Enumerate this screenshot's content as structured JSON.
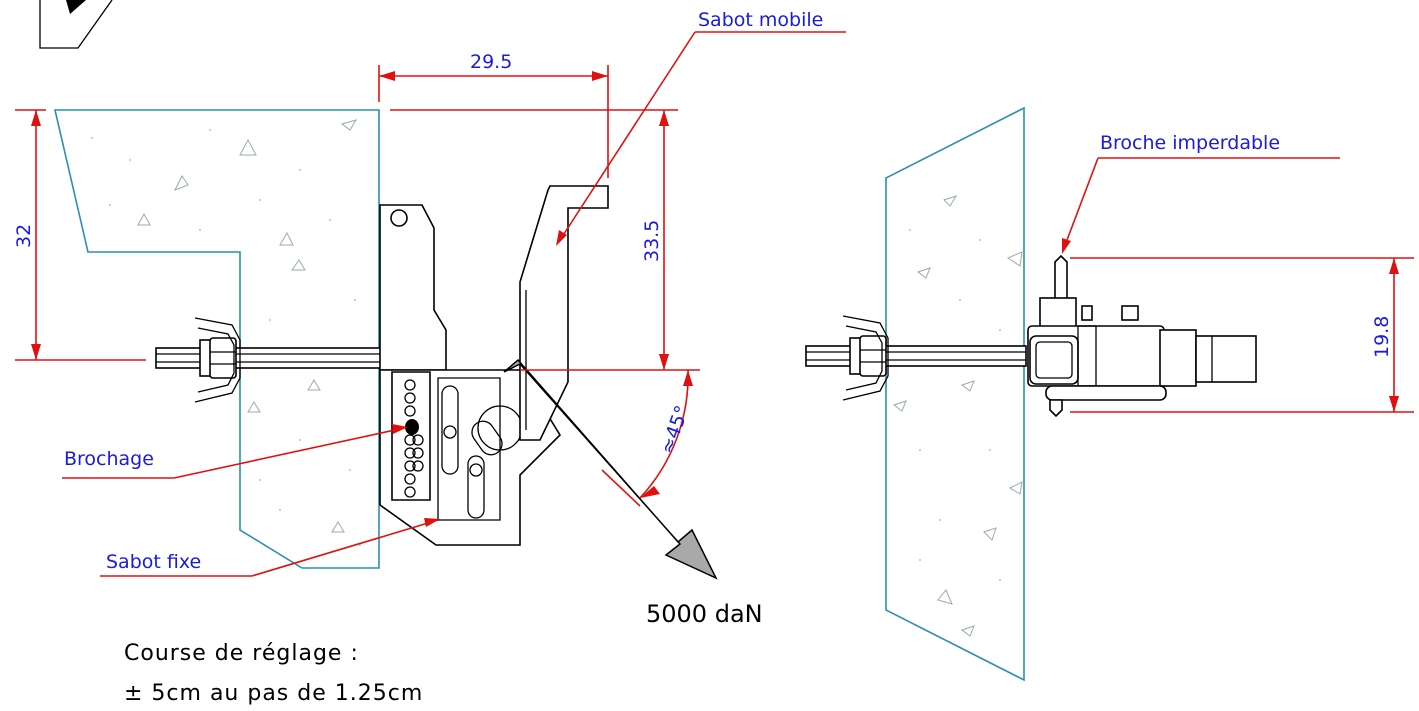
{
  "labels": {
    "sabot_mobile": "Sabot mobile",
    "broche_imperdable": "Broche imperdable",
    "brochage": "Brochage",
    "sabot_fixe": "Sabot fixe"
  },
  "dimensions": {
    "width_top": "29.5",
    "height_left": "32",
    "height_mobile": "33.5",
    "angle": "≈45°",
    "height_right": "19.8"
  },
  "load": "5000 daN",
  "notes": {
    "line1": "Course de réglage :",
    "line2": "± 5cm au pas de 1.25cm"
  },
  "colors": {
    "label_blue": "#1a1ae0",
    "leader_red": "#e11010",
    "concrete_cyan": "#2a8fb0",
    "arrow_grey": "#a9a9a9"
  }
}
